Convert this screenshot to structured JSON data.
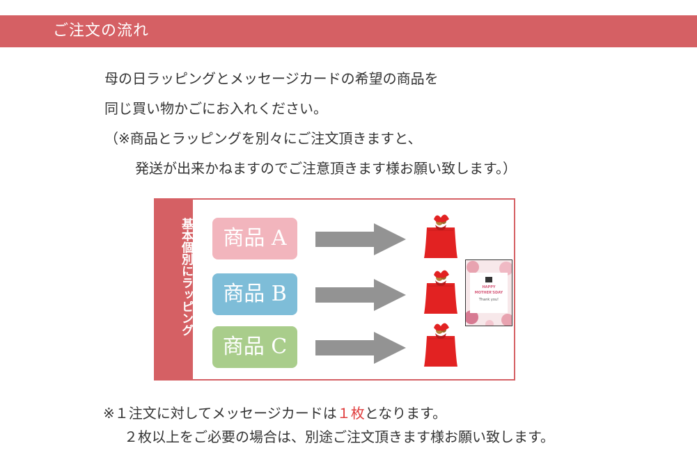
{
  "header": {
    "title": "ご注文の流れ"
  },
  "intro": {
    "line1": "母の日ラッピングとメッセージカードの希望の商品を",
    "line2": "同じ買い物かごにお入れください。",
    "line3": "（※商品とラッピングを別々にご注文頂きますと、",
    "line4": "発送が出来かねますのでご注意頂きます様お願い致します。）"
  },
  "diagram": {
    "side_label": "基本個別にラッピング",
    "products": [
      {
        "label": "商品 A",
        "color": "#f2b5bd"
      },
      {
        "label": "商品 B",
        "color": "#7ebdd8"
      },
      {
        "label": "商品 C",
        "color": "#a9cd8b"
      }
    ],
    "card": {
      "line1": "HAPPY",
      "line2": "MOTHER'SDAY",
      "line3": "Thank you!"
    }
  },
  "note": {
    "line1_pre": "※１注文に対してメッセージカードは",
    "line1_accent": "１枚",
    "line1_post": "となります。",
    "line2": "２枚以上をご必要の場合は、別途ご注文頂きます様お願い致します。"
  },
  "colors": {
    "brand": "#d56064",
    "accent": "#e03c3c",
    "arrow": "#939393",
    "bag": "#e22222"
  }
}
